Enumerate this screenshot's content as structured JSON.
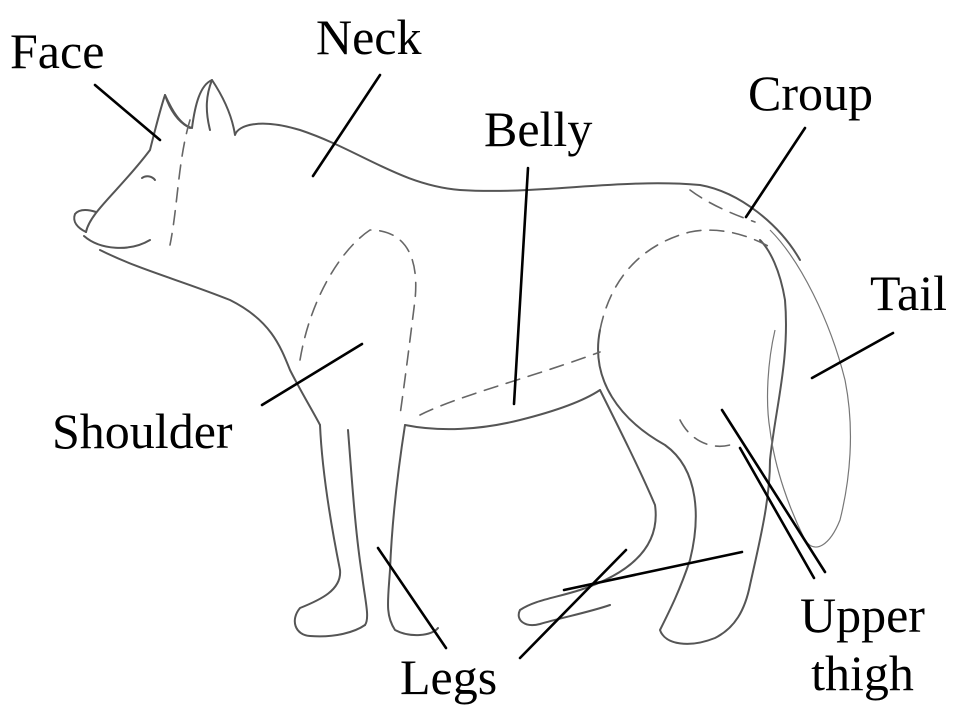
{
  "labels": {
    "face": "Face",
    "neck": "Neck",
    "belly": "Belly",
    "croup": "Croup",
    "tail": "Tail",
    "shoulder": "Shoulder",
    "legs": "Legs",
    "upper_thigh_line1": "Upper",
    "upper_thigh_line2": "thigh"
  },
  "colors": {
    "background": "#ffffff",
    "outline": "#555555",
    "leader": "#000000"
  }
}
